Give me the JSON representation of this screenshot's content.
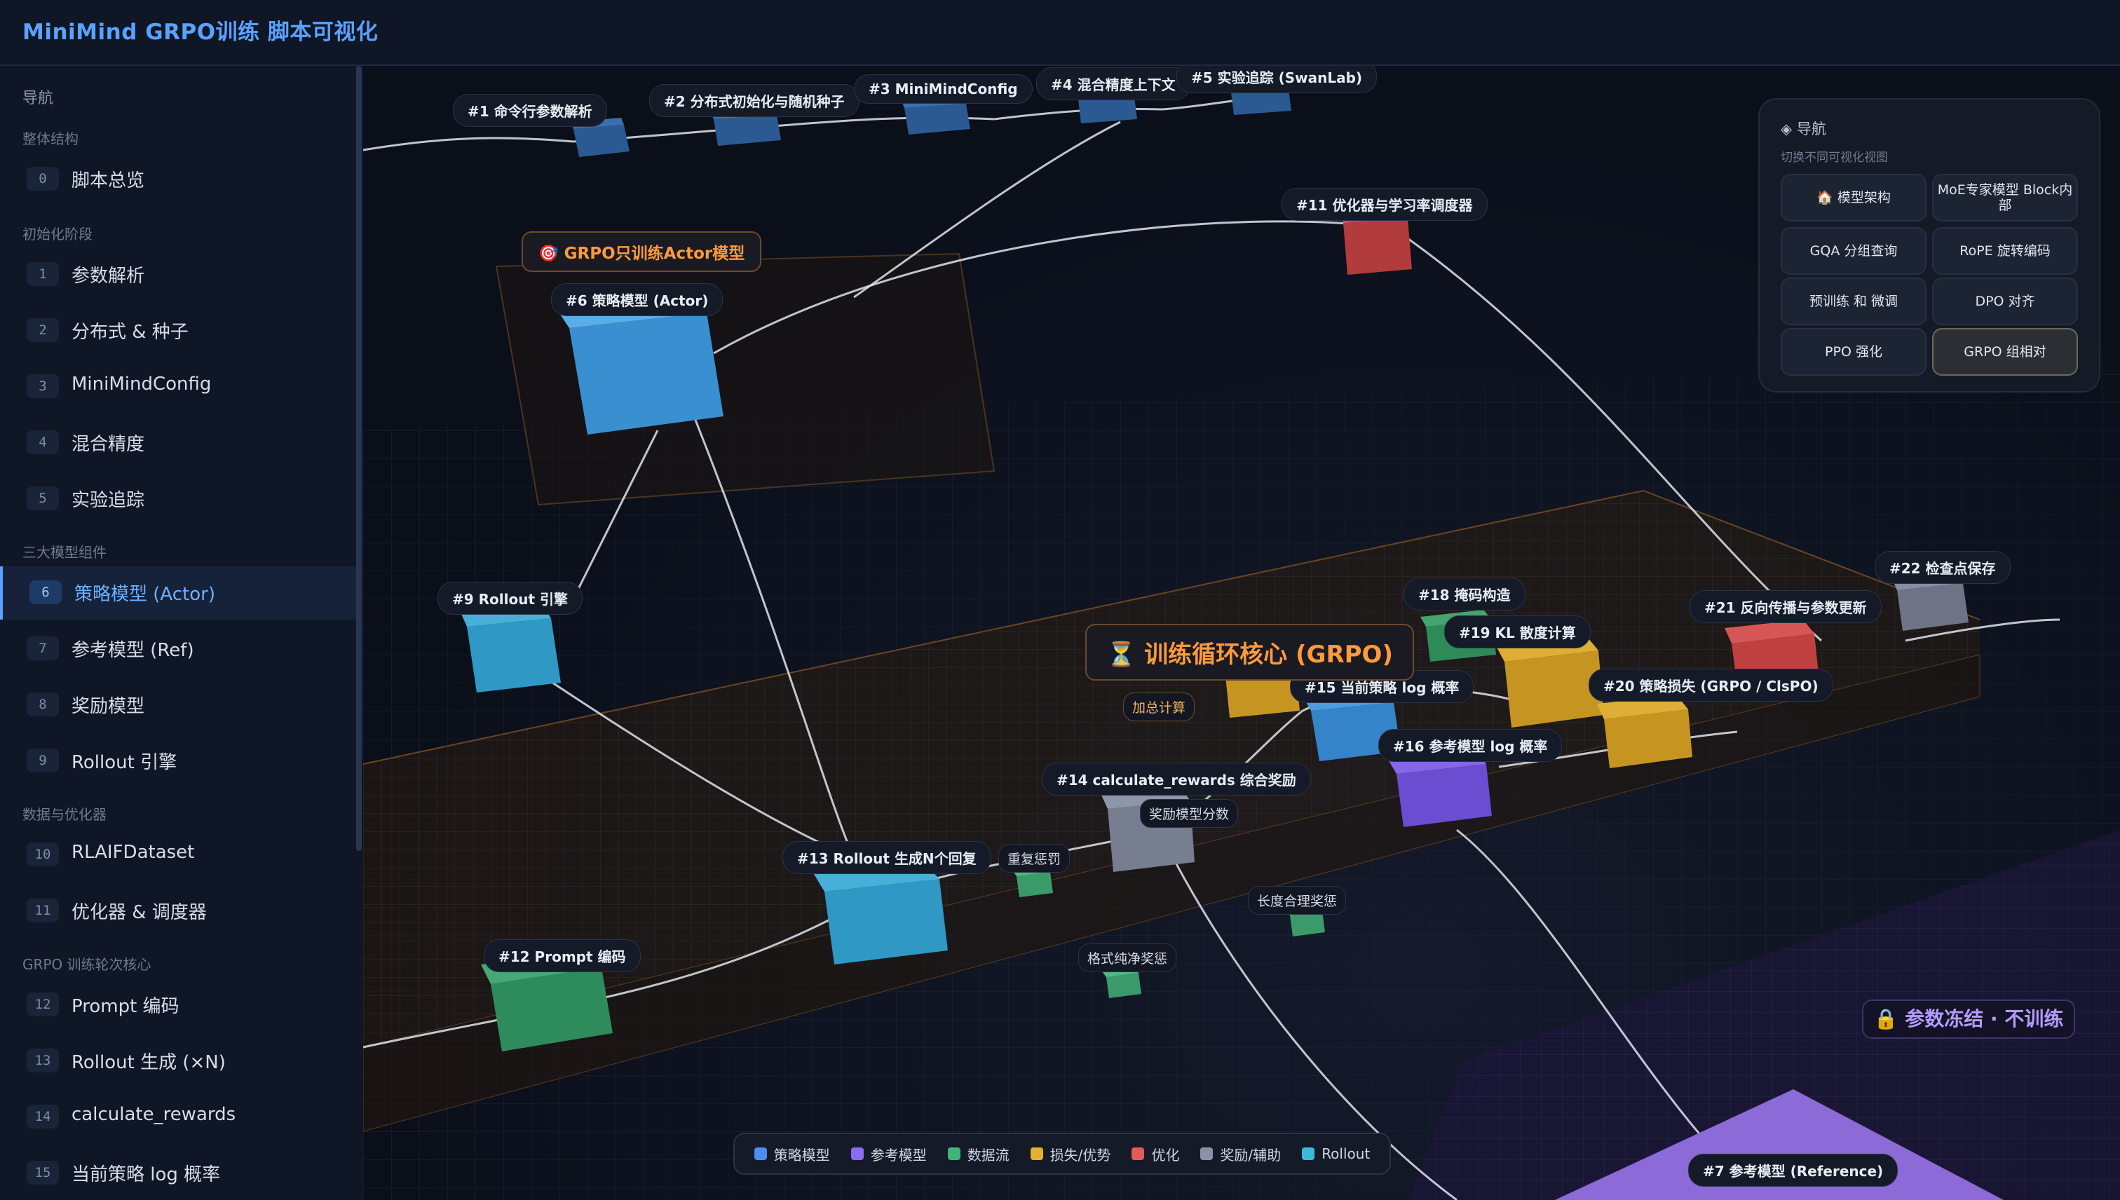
{
  "app": {
    "title": "MiniMind GRPO训练 脚本可视化"
  },
  "sidebar": {
    "heading": "导航",
    "sections": [
      {
        "title": "整体结构",
        "items": [
          {
            "num": "0",
            "label": "脚本总览"
          }
        ]
      },
      {
        "title": "初始化阶段",
        "items": [
          {
            "num": "1",
            "label": "参数解析"
          },
          {
            "num": "2",
            "label": "分布式 & 种子"
          },
          {
            "num": "3",
            "label": "MiniMindConfig"
          },
          {
            "num": "4",
            "label": "混合精度"
          },
          {
            "num": "5",
            "label": "实验追踪"
          }
        ]
      },
      {
        "title": "三大模型组件",
        "items": [
          {
            "num": "6",
            "label": "策略模型 (Actor)",
            "active": true
          },
          {
            "num": "7",
            "label": "参考模型 (Ref)"
          },
          {
            "num": "8",
            "label": "奖励模型"
          },
          {
            "num": "9",
            "label": "Rollout 引擎"
          }
        ]
      },
      {
        "title": "数据与优化器",
        "items": [
          {
            "num": "10",
            "label": "RLAIFDataset"
          },
          {
            "num": "11",
            "label": "优化器 & 调度器"
          }
        ]
      },
      {
        "title": "GRPO 训练轮次核心",
        "items": [
          {
            "num": "12",
            "label": "Prompt 编码"
          },
          {
            "num": "13",
            "label": "Rollout 生成 (×N)"
          },
          {
            "num": "14",
            "label": "calculate_rewards"
          },
          {
            "num": "15",
            "label": "当前策略 log 概率"
          }
        ]
      }
    ]
  },
  "scene": {
    "nodes": [
      {
        "id": "n1",
        "label": "#1 命令行参数解析"
      },
      {
        "id": "n2",
        "label": "#2 分布式初始化与随机种子"
      },
      {
        "id": "n3",
        "label": "#3 MiniMindConfig"
      },
      {
        "id": "n4",
        "label": "#4 混合精度上下文"
      },
      {
        "id": "n5",
        "label": "#5 实验追踪 (SwanLab)"
      },
      {
        "id": "n6",
        "label": "#6 策略模型 (Actor)"
      },
      {
        "id": "n7",
        "label": "#7 参考模型 (Reference)"
      },
      {
        "id": "n9",
        "label": "#9 Rollout 引擎"
      },
      {
        "id": "n11",
        "label": "#11 优化器与学习率调度器"
      },
      {
        "id": "n12",
        "label": "#12 Prompt 编码"
      },
      {
        "id": "n13",
        "label": "#13 Rollout 生成N个回复"
      },
      {
        "id": "n14",
        "label": "#14 calculate_rewards 综合奖励"
      },
      {
        "id": "n15",
        "label": "#15 当前策略 log 概率"
      },
      {
        "id": "n16",
        "label": "#16 参考模型 log 概率"
      },
      {
        "id": "n18",
        "label": "#18 掩码构造"
      },
      {
        "id": "n19",
        "label": "#19 KL 散度计算"
      },
      {
        "id": "n20",
        "label": "#20 策略损失 (GRPO / ClsPO)"
      },
      {
        "id": "n21",
        "label": "#21 反向传播与参数更新"
      },
      {
        "id": "n22",
        "label": "#22 检查点保存"
      }
    ],
    "sub_labels": {
      "reward_score": "奖励模型分数",
      "repeat_penalty": "重复惩罚",
      "length_reward": "长度合理奖惩",
      "format_reward": "格式纯净奖惩",
      "sum_calc": "加总计算"
    },
    "callouts": {
      "actor_only": "🎯 GRPO只训练Actor模型",
      "core_loop": "⏳ 训练循环核心 (GRPO)",
      "frozen": "🔒 参数冻结 · 不训练"
    }
  },
  "nav_panel": {
    "title": "◈ 导航",
    "subtitle": "切换不同可视化视图",
    "buttons": [
      {
        "label": "🏠 模型架构"
      },
      {
        "label": "MoE专家模型 Block内部"
      },
      {
        "label": "GQA 分组查询"
      },
      {
        "label": "RoPE 旋转编码"
      },
      {
        "label": "预训练 和 微调"
      },
      {
        "label": "DPO 对齐"
      },
      {
        "label": "PPO 强化"
      },
      {
        "label": "GRPO 组相对",
        "active": true
      }
    ]
  },
  "legend": [
    {
      "label": "策略模型",
      "color": "#4f8cf0"
    },
    {
      "label": "参考模型",
      "color": "#8b6cf0"
    },
    {
      "label": "数据流",
      "color": "#3fb37a"
    },
    {
      "label": "损失/优势",
      "color": "#e5b02d"
    },
    {
      "label": "优化",
      "color": "#e25a5a"
    },
    {
      "label": "奖励/辅助",
      "color": "#8a93a6"
    },
    {
      "label": "Rollout",
      "color": "#3bbbd8"
    }
  ],
  "colors": {
    "accent": "#5aa2ff",
    "policy": "#3b82c8",
    "reference": "#7a5bd8",
    "data": "#3a9a6a",
    "loss": "#d4a02a",
    "optim": "#c94444",
    "reward": "#7d8597",
    "rollout": "#2fa0c8"
  }
}
